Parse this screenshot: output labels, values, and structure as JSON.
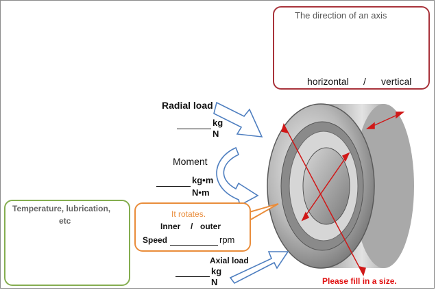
{
  "axis_box": {
    "title": "The direction of an axis",
    "horizontal": "horizontal",
    "separator": "/",
    "vertical": "vertical"
  },
  "radial": {
    "title": "Radial load",
    "unit1": "kg",
    "unit2": "N"
  },
  "moment": {
    "title": "Moment",
    "unit1": "kg•m",
    "unit2": "N•m"
  },
  "axial": {
    "title": "Axial load",
    "unit1": "kg",
    "unit2": "N"
  },
  "rotate": {
    "title": "It rotates.",
    "inner": "Inner",
    "separator": "/",
    "outer": "outer",
    "speed_label": "Speed",
    "speed_unit": "rpm"
  },
  "temperature": {
    "line1": "Temperature, lubrication,",
    "line2": "etc"
  },
  "note": "Please fill in a size.",
  "colors": {
    "axis_box_border": "#a8323a",
    "temp_box_border": "#84ad4f",
    "rotate_box_border": "#e98c3a",
    "load_arrow": "#4f7fc0",
    "dimension_arrow": "#d01818",
    "note_text": "#e01010"
  }
}
